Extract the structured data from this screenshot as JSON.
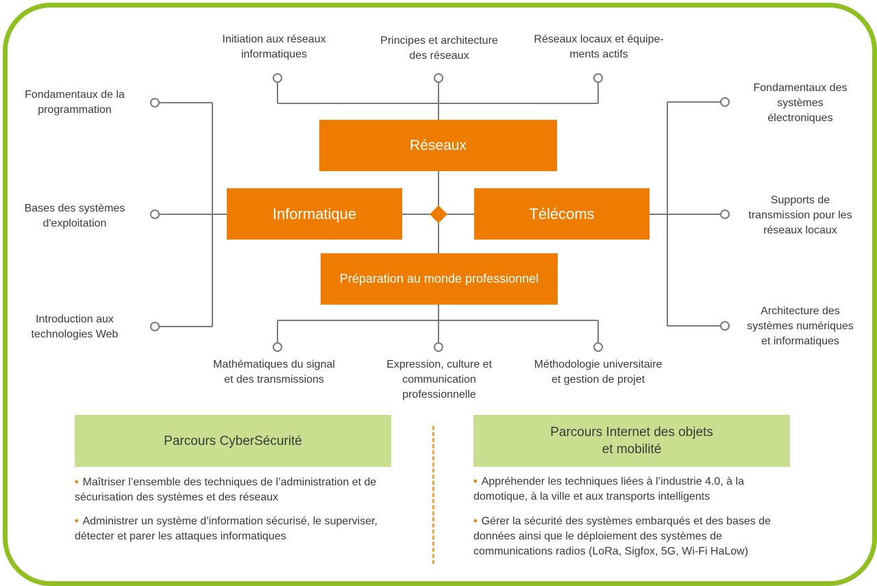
{
  "center_boxes": {
    "reseaux": "Réseaux",
    "informatique": "Informatique",
    "telecoms": "Télécoms",
    "preparation": "Préparation au monde professionnel"
  },
  "top_labels": [
    "Initiation aux réseaux\ninformatiques",
    "Principes et architecture\ndes réseaux",
    "Réseaux locaux et équipe-\nments actifs"
  ],
  "left_labels": [
    "Fondamentaux de la\nprogrammation",
    "Bases des systèmes\nd'exploitation",
    "Introduction aux\ntechnologies Web"
  ],
  "right_labels": [
    "Fondamentaux des\nsystèmes\nélectroniques",
    "Supports de\ntransmission pour les\nréseaux locaux",
    "Architecture des\nsystèmes numériques\net informatiques"
  ],
  "bottom_labels": [
    "Mathématiques du signal\net des transmissions",
    "Expression, culture et\ncommunication\nprofessionnelle",
    "Méthodologie universitaire\net gestion de projet"
  ],
  "tracks": {
    "cyber": {
      "title": "Parcours CyberSécurité",
      "bullets": [
        "Maîtriser l’ensemble des techniques de l’administration et de sécurisation des systèmes et des réseaux",
        "Administrer un système d’information sécurisé, le superviser, détecter et parer les attaques informatiques"
      ]
    },
    "iot": {
      "title": "Parcours Internet des objets\net mobilité",
      "bullets": [
        "Appréhender les techniques liées à l’industrie 4.0, à la domotique, à la ville et aux transports intelligents",
        "Gérer la sécurité des systèmes embarqués et des bases de données ainsi que le déploiement des systèmes de communications radios (LoRa, Sigfox, 5G, Wi-Fi HaLow)"
      ]
    }
  },
  "colors": {
    "frame": "#8fbf21",
    "box": "#ee7c00",
    "track_header": "#c9df8f",
    "line": "#7a7a7a",
    "divider": "#f0a44a"
  }
}
